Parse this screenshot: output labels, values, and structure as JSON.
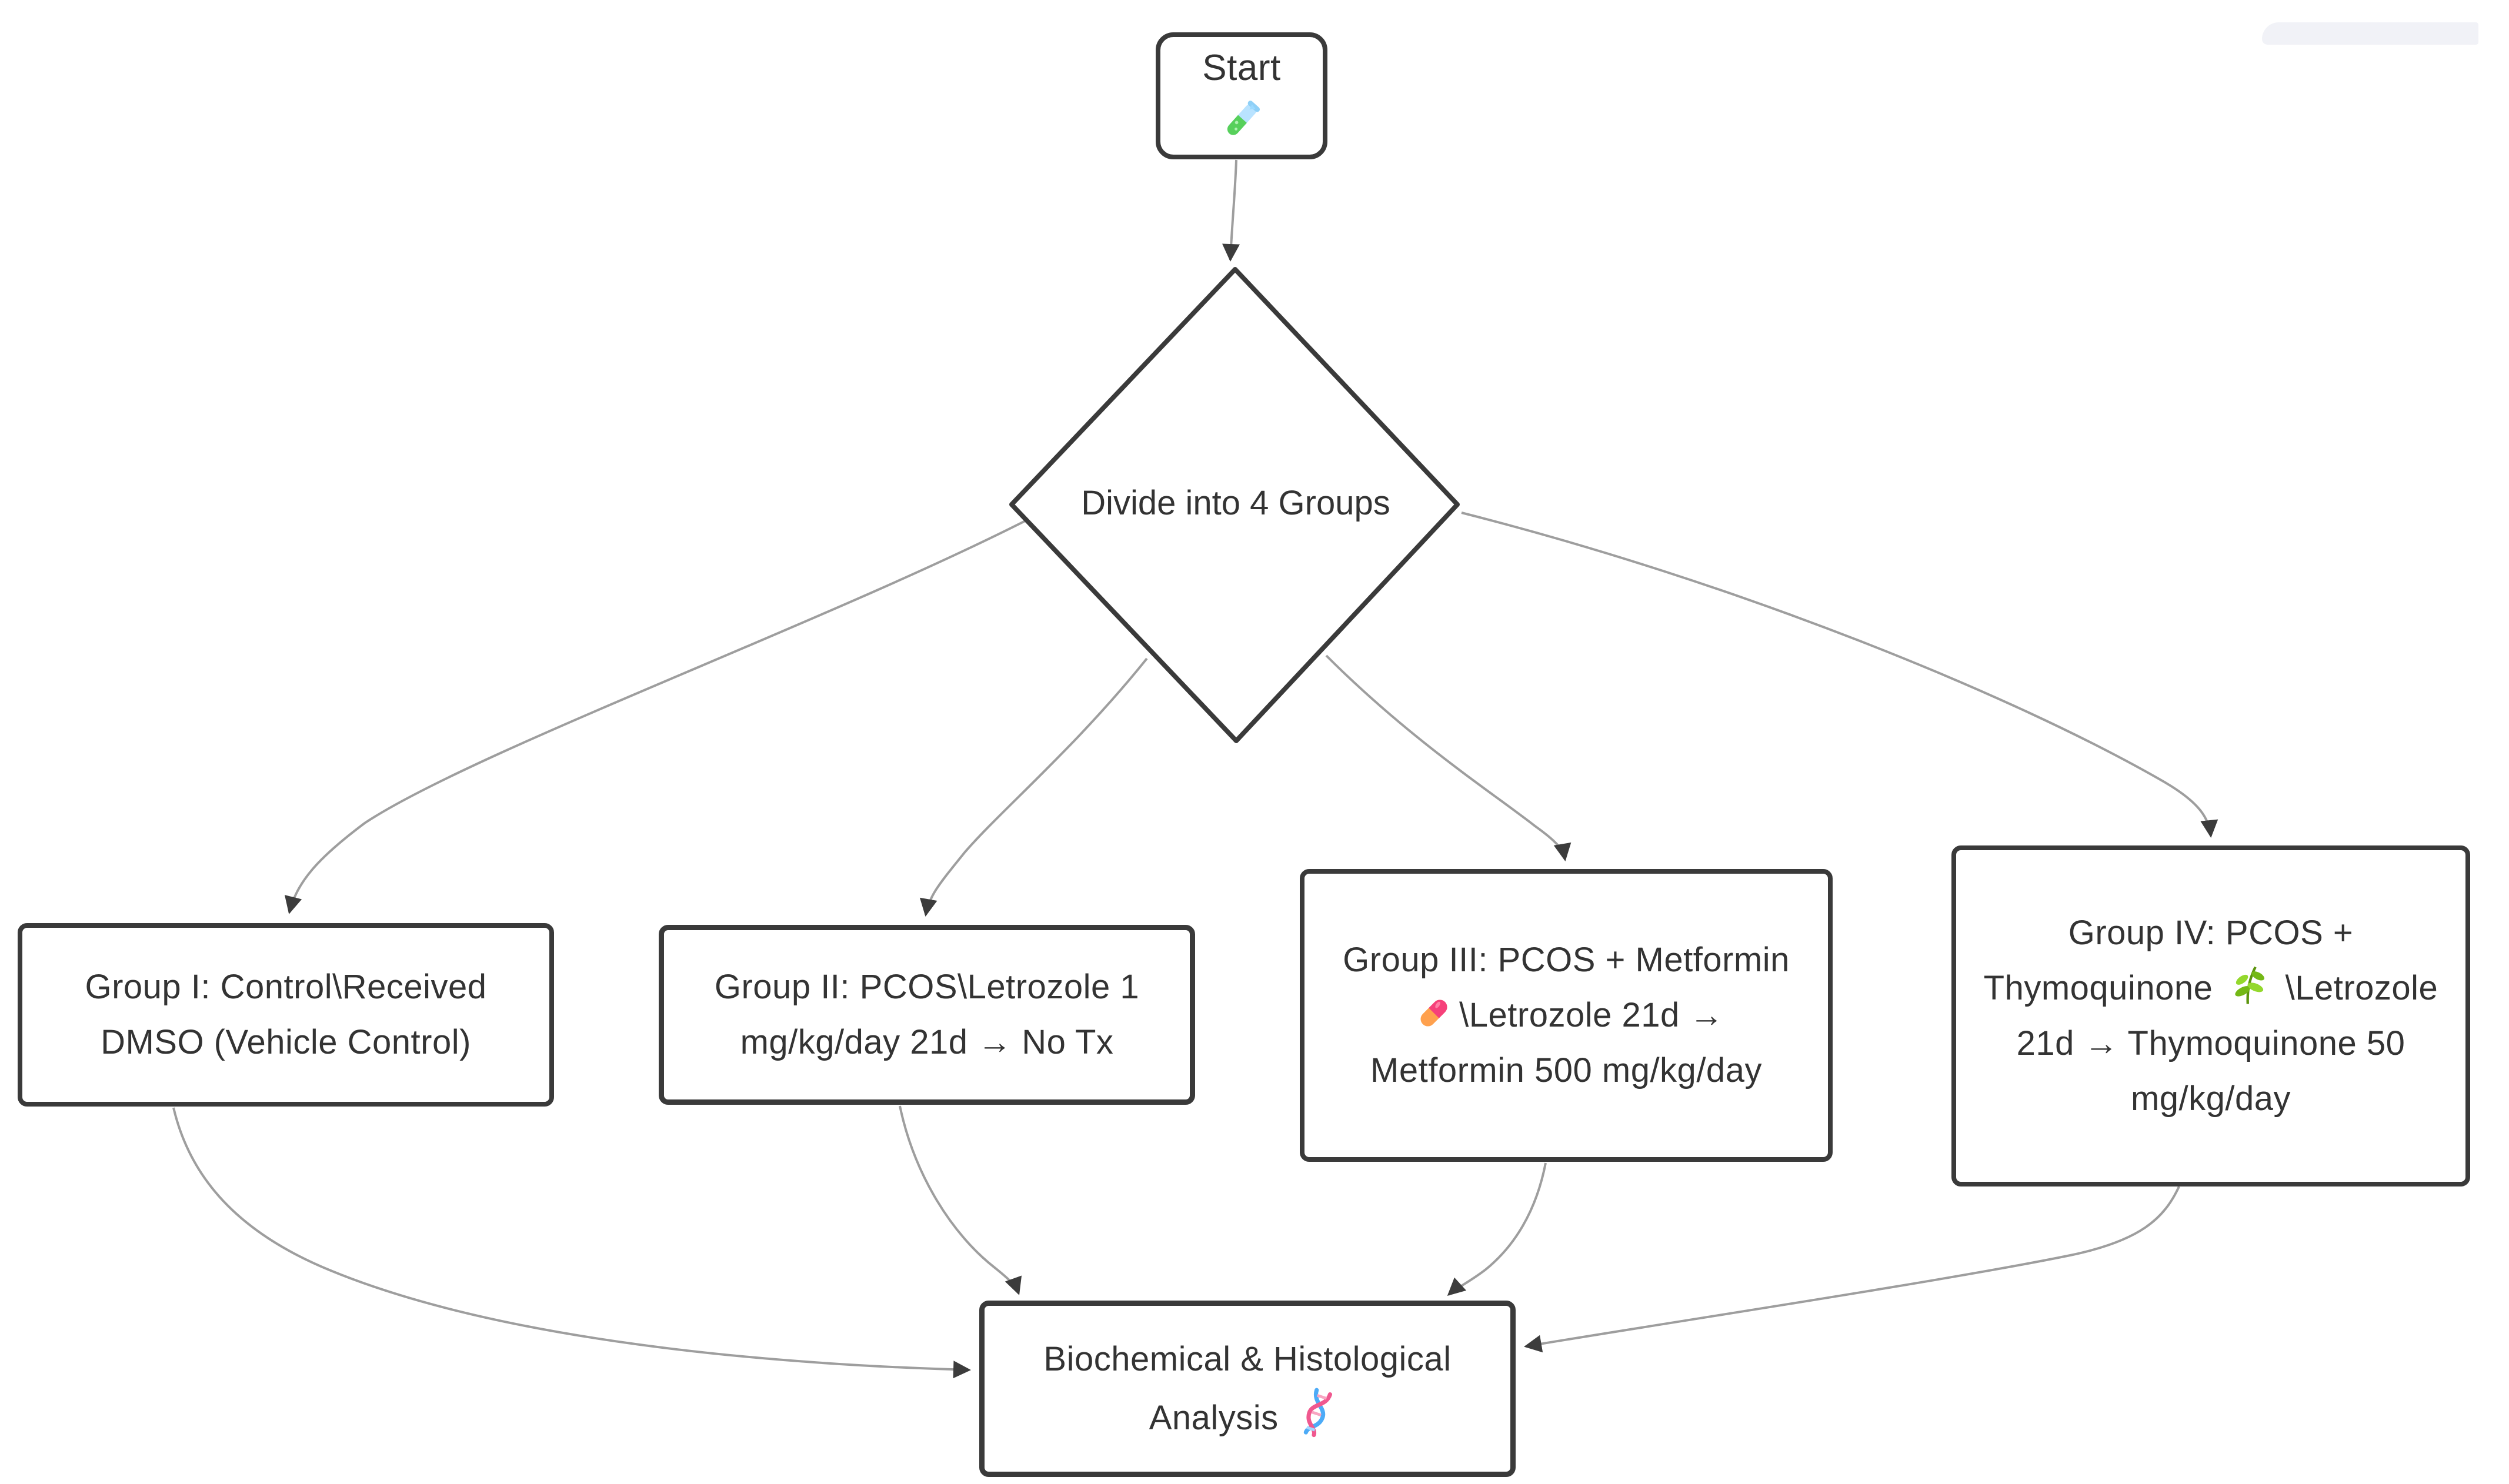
{
  "canvas": {
    "background": "#ffffff"
  },
  "colors": {
    "node_border": "#3a3a3a",
    "node_fill": "#ffffff",
    "edge_stroke": "#9e9e9e",
    "arrowhead": "#3c3c3c",
    "text": "#333333",
    "artifact_fill": "#f1f2f7"
  },
  "nodes": {
    "start": {
      "label": "Start",
      "icon": "test-tube"
    },
    "decision": {
      "label": "Divide into 4 Groups"
    },
    "group1": {
      "label": "Group I: Control\\Received DMSO (Vehicle Control)"
    },
    "group2": {
      "label": "Group II: PCOS\\Letrozole 1 mg/kg/day 21d → No Tx"
    },
    "group3": {
      "text_before": "Group III: PCOS + Metformin ",
      "icon": "pill",
      "text_after": "\\Letrozole 21d → Metformin 500 mg/kg/day"
    },
    "group4": {
      "text_before": "Group IV: PCOS + Thymoquinone ",
      "icon": "herb",
      "text_after": " \\Letrozole 21d → Thymoquinone 50 mg/kg/day"
    },
    "analysis": {
      "label": "Biochemical & Histological Analysis",
      "icon": "dna"
    }
  },
  "edges": [
    {
      "from": "start",
      "to": "decision"
    },
    {
      "from": "decision",
      "to": "group1"
    },
    {
      "from": "decision",
      "to": "group2"
    },
    {
      "from": "decision",
      "to": "group3"
    },
    {
      "from": "decision",
      "to": "group4"
    },
    {
      "from": "group1",
      "to": "analysis"
    },
    {
      "from": "group2",
      "to": "analysis"
    },
    {
      "from": "group3",
      "to": "analysis"
    },
    {
      "from": "group4",
      "to": "analysis"
    }
  ]
}
